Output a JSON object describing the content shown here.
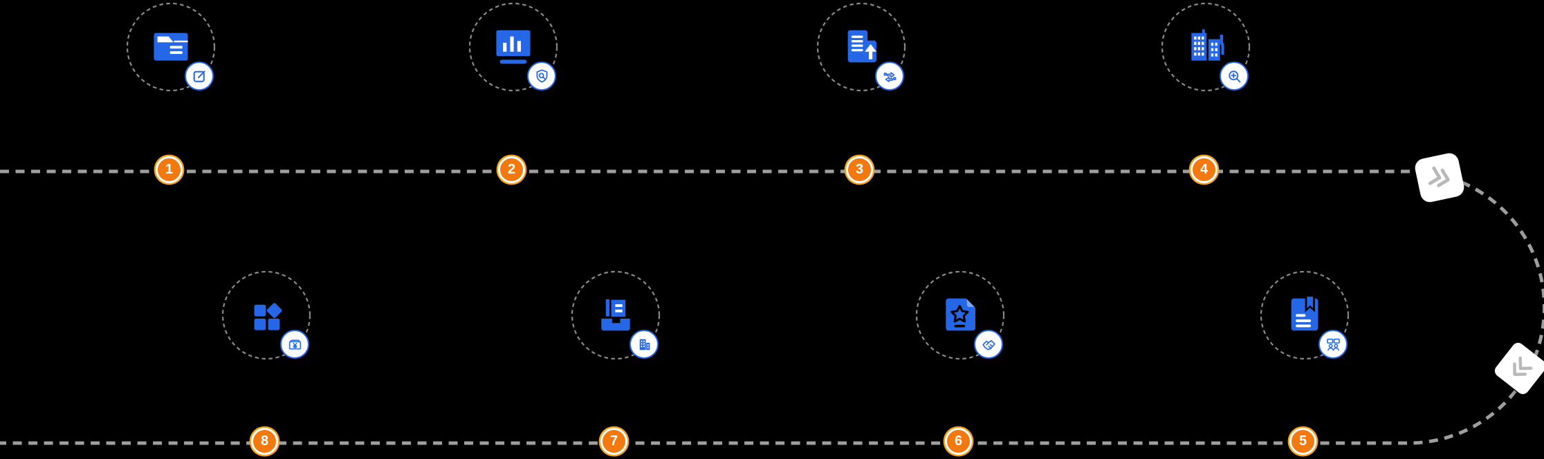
{
  "colors": {
    "accent_blue": "#2667e8",
    "light_blue": "#7aa6f3",
    "white": "#ffffff",
    "background": "#000000",
    "dash_gray": "#9e9e9e",
    "circle_gray": "#8a8a8a",
    "chevron_gray": "#b9b9b9",
    "orange": "#f1790f",
    "orange_ring": "#f5a31c"
  },
  "flow": {
    "type": "serpentine-process-path",
    "stations": [
      {
        "number": "1",
        "icon": "folder-edit-icon",
        "badge": "edit-badge-icon",
        "row": "top"
      },
      {
        "number": "2",
        "icon": "bar-chart-board-icon",
        "badge": "shield-search-badge-icon",
        "row": "top"
      },
      {
        "number": "3",
        "icon": "document-upload-icon",
        "badge": "transfer-arrows-badge-icon",
        "row": "top"
      },
      {
        "number": "4",
        "icon": "buildings-icon",
        "badge": "zoom-in-badge-icon",
        "row": "top"
      },
      {
        "number": "5",
        "icon": "notebook-bookmark-icon",
        "badge": "meeting-people-badge-icon",
        "row": "bottom"
      },
      {
        "number": "6",
        "icon": "certificate-star-icon",
        "badge": "handshake-badge-icon",
        "row": "bottom"
      },
      {
        "number": "7",
        "icon": "document-tray-icon",
        "badge": "building-badge-icon",
        "row": "bottom"
      },
      {
        "number": "8",
        "icon": "app-grid-icon",
        "badge": "currency-ticket-badge-icon",
        "row": "bottom"
      }
    ],
    "direction_badges": [
      {
        "icon": "double-chevron-right-icon",
        "position": "top-right-of-curve"
      },
      {
        "icon": "double-chevron-down-left-icon",
        "position": "bottom-right-of-curve"
      }
    ]
  }
}
